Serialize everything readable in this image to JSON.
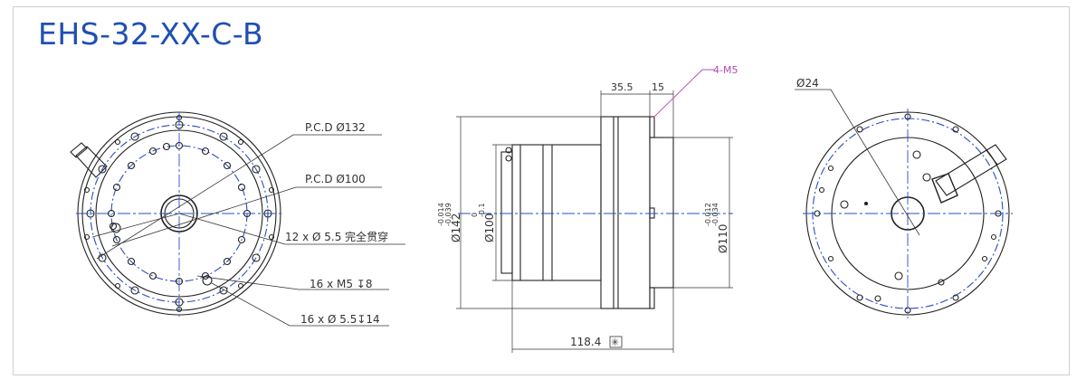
{
  "title": "EHS-32-XX-C-B",
  "colors": {
    "title": "#1f4fb3",
    "centerline": "#2a4fbf",
    "outline": "#222222",
    "leader": "#b24ab0"
  },
  "front_view": {
    "pcd_outer": "P.C.D  Ø132",
    "pcd_inner": "P.C.D  Ø100",
    "through_holes": "12 x  Ø 5.5 完全贯穿",
    "m5_holes": "16 x  M5 ↧8",
    "d55_holes": "16 x  Ø  5.5↧14"
  },
  "side_view": {
    "dim_35_5": "35.5",
    "dim_15": "15",
    "thread_4m5": "4-M5",
    "dia_142": "Ø142",
    "tol_142_upper": "-0.014",
    "tol_142_lower": "-0.039",
    "dia_100": "Ø100",
    "tol_100_upper": "0",
    "tol_100_lower": "-0.1",
    "dia_110": "Ø110",
    "tol_110_upper": "-0.012",
    "tol_110_lower": "-0.034",
    "length": "118.4",
    "length_mark": "✳"
  },
  "back_view": {
    "dia_24": "Ø24"
  }
}
